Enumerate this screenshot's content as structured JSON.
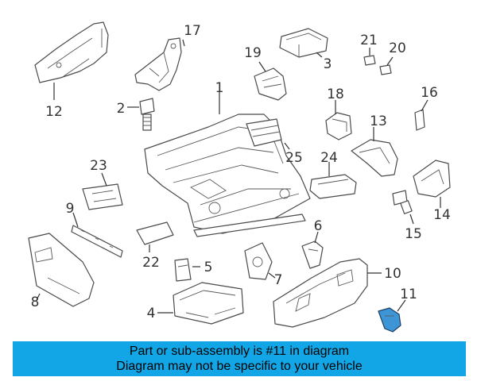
{
  "callouts": {
    "c1": "1",
    "c2": "2",
    "c3": "3",
    "c4": "4",
    "c5": "5",
    "c6": "6",
    "c7": "7",
    "c8": "8",
    "c9": "9",
    "c10": "10",
    "c11": "11",
    "c12": "12",
    "c13": "13",
    "c14": "14",
    "c15": "15",
    "c16": "16",
    "c17": "17",
    "c18": "18",
    "c19": "19",
    "c20": "20",
    "c21": "21",
    "c22": "22",
    "c23": "23",
    "c24": "24",
    "c25": "25"
  },
  "banner": {
    "line1": "Part or sub-assembly is #11 in diagram",
    "line2": "Diagram may not be specific to your vehicle"
  },
  "colors": {
    "highlight_part": "#3d95d6",
    "banner_bg": "#13a6e6"
  }
}
